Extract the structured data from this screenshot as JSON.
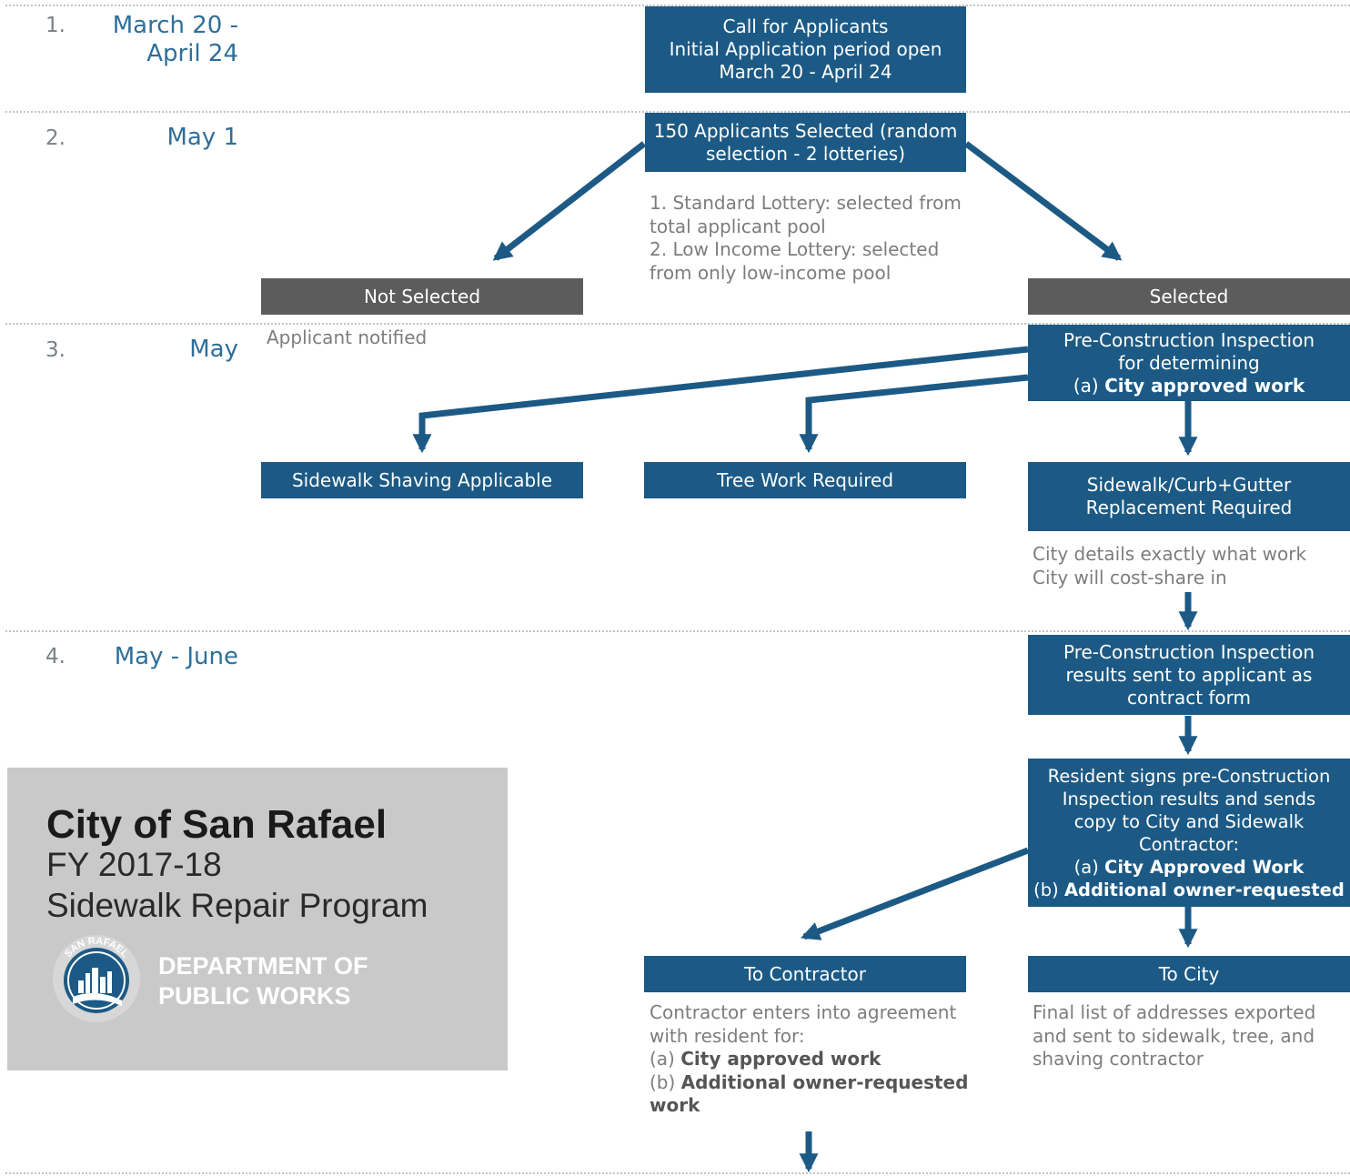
{
  "rows": [
    {
      "num": "1.",
      "date": [
        "March 20 -",
        "April 24"
      ]
    },
    {
      "num": "2.",
      "date": [
        "May 1"
      ]
    },
    {
      "num": "3.",
      "date": [
        "May"
      ]
    },
    {
      "num": "4.",
      "date": [
        "May - June"
      ]
    }
  ],
  "boxes": {
    "call": [
      "Call for Applicants",
      "Initial Application period open",
      "March 20 - April 24"
    ],
    "selected150": [
      "150 Applicants Selected (random",
      "selection - 2 lotteries)"
    ],
    "not_selected": "Not Selected",
    "selected": "Selected",
    "preinspect": {
      "lines": [
        "Pre-Construction Inspection",
        "for determining"
      ],
      "a_prefix": "(a) ",
      "a_bold": "City approved work"
    },
    "shaving": "Sidewalk Shaving Applicable",
    "tree": "Tree Work Required",
    "replacement": [
      "Sidewalk/Curb+Gutter",
      "Replacement Required"
    ],
    "results": [
      "Pre-Construction Inspection",
      "results sent to applicant as",
      "contract form"
    ],
    "resident": {
      "lines": [
        "Resident signs pre-Construction",
        "Inspection results and sends",
        "copy to City and Sidewalk",
        "Contractor:"
      ],
      "a_prefix": "(a) ",
      "a_bold": "City Approved Work",
      "b_prefix": "(b) ",
      "b_bold": "Additional owner-requested"
    },
    "to_contractor": "To Contractor",
    "to_city": "To City"
  },
  "notes": {
    "lottery": [
      "1. Standard Lottery: selected from",
      "total applicant pool",
      "2. Low Income Lottery: selected",
      "from only low-income pool"
    ],
    "notified": "Applicant notified",
    "city_details": [
      "City details exactly what work",
      "City will cost-share in"
    ],
    "contractor": {
      "intro": [
        "Contractor enters into agreement",
        "with resident for:"
      ],
      "a_prefix": "(a) ",
      "a_bold": "City approved work",
      "b_prefix": "(b) ",
      "b_bold": "Additional owner-requested",
      "b_cont": "work"
    },
    "final_list": [
      "Final list of addresses exported",
      "and sent to sidewalk, tree, and",
      "shaving contractor"
    ]
  },
  "branding": {
    "title": "City of San Rafael",
    "subtitle": "FY 2017-18",
    "program": "Sidewalk Repair Program",
    "dept": [
      "DEPARTMENT OF",
      "PUBLIC WORKS"
    ],
    "seal_text": "SAN RAFAEL"
  },
  "colors": {
    "box_blue": "#1c5a85",
    "box_gray": "#5c5c5c",
    "date_blue": "#2f6f9a",
    "brand_gray": "#c9c9c9"
  }
}
